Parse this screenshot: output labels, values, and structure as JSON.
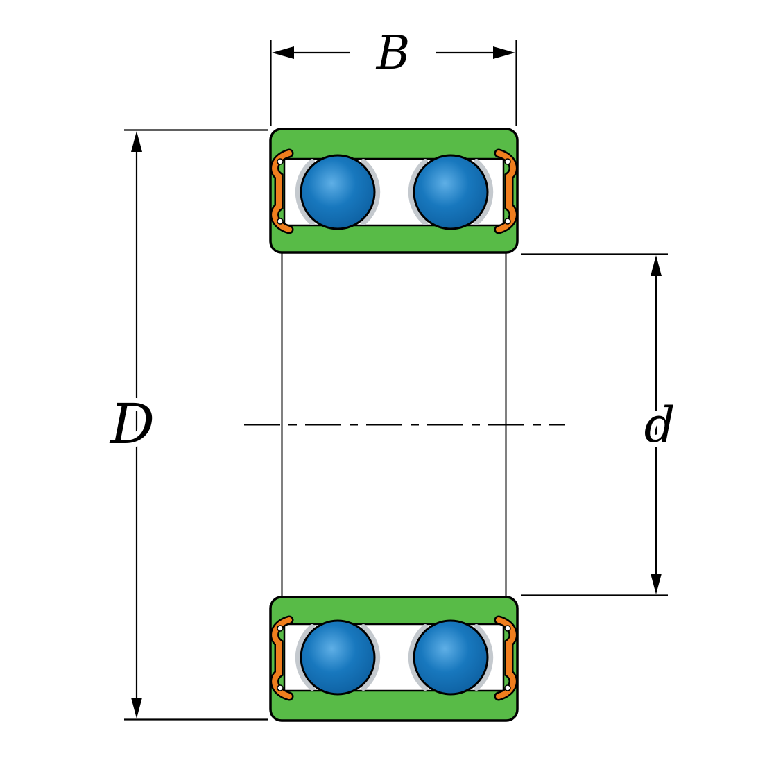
{
  "diagram": {
    "name": "sealed-double-row-ball-bearing-cross-section",
    "labels": {
      "width": "B",
      "outer_diameter": "D",
      "bore_diameter": "d"
    },
    "colors": {
      "ring_green": "#58BB47",
      "ball_blue": "#1878BE",
      "ball_highlight": "#5FAFE6",
      "ball_shadow": "#0C5C9C",
      "seal_orange": "#F07E1E",
      "cage_gray": "#C4C9CE",
      "line_black": "#000000",
      "background_white": "#FFFFFF"
    }
  }
}
